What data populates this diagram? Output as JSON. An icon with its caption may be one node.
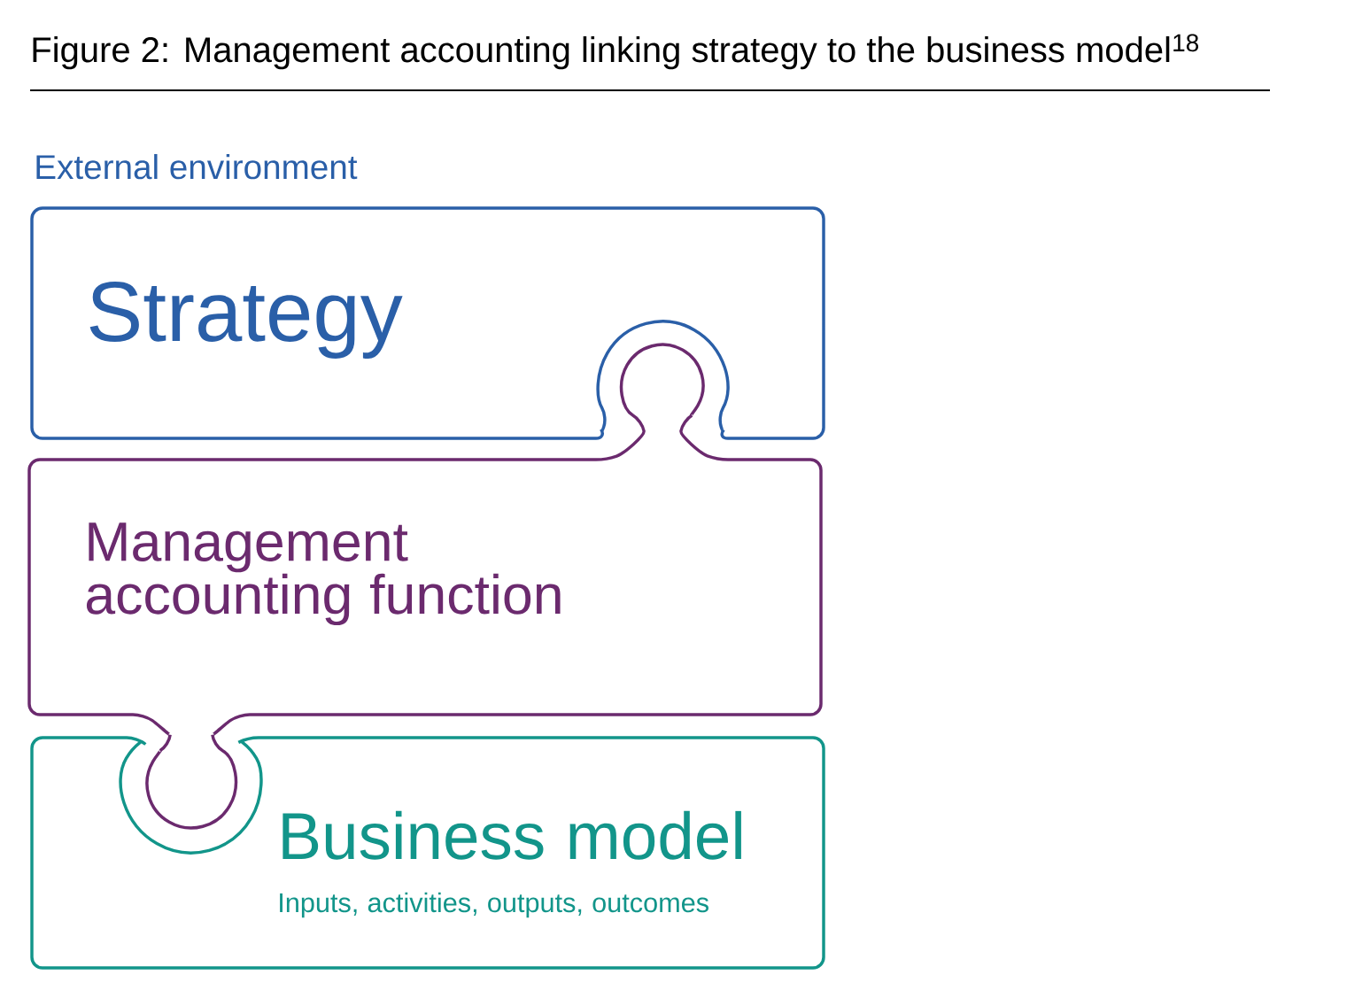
{
  "diagram": {
    "title": "Figure 2: Management accounting linking strategy to the business model$^{18}$",
    "nodes": [
      {
        "text": [
          "Strategy"
        ]
      },
      {
        "text": [
          "Management accounting function"
        ]
      },
      {
        "text": [
          "Business model",
          "Inputs, activities, outputs, outcomes"
        ]
      }
    ],
    "labels": [
      "External environment"
    ]
  }
}
